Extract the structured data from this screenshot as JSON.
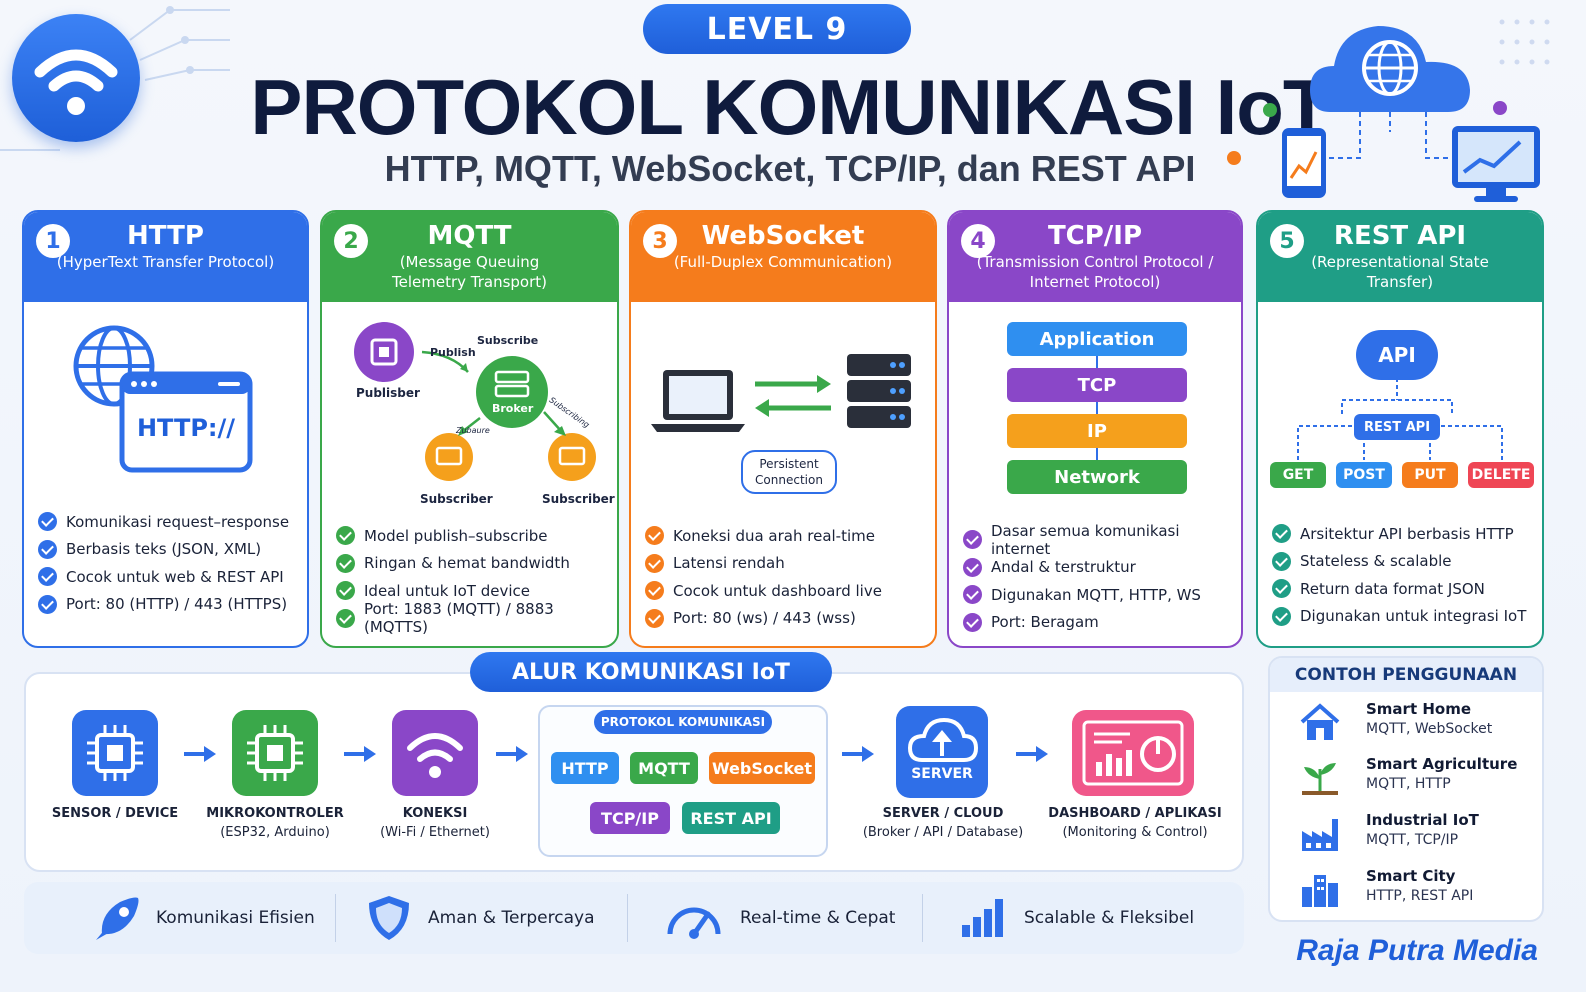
{
  "header": {
    "level": "LEVEL 9",
    "title": "PROTOKOL KOMUNIKASI IoT",
    "subtitle": "HTTP, MQTT, WebSocket, TCP/IP, dan REST API"
  },
  "colors": {
    "blue": "#2f6fe8",
    "green": "#3aa84a",
    "orange": "#f57c1c",
    "purple": "#8a47c8",
    "teal": "#1f9e86"
  },
  "cards": [
    {
      "num": "1",
      "title": "HTTP",
      "desc": "(HyperText Transfer Protocol)",
      "graphic_text": "HTTP://",
      "features": [
        "Komunikasi request–response",
        "Berbasis teks (JSON, XML)",
        "Cocok untuk web & REST API",
        "Port: 80 (HTTP) / 443 (HTTPS)"
      ]
    },
    {
      "num": "2",
      "title": "MQTT",
      "desc": "(Message Queuing Telemetry Transport)",
      "graphic": {
        "publisher": "Publisber",
        "publish": "Publish",
        "subscribe": "Subscribe",
        "broker": "Broker",
        "subscriber1": "Subscriber",
        "subscriber2": "Subscriber",
        "small1": "Zubaure",
        "small2": "Subscribing"
      },
      "features": [
        "Model publish–subscribe",
        "Ringan & hemat bandwidth",
        "Ideal untuk IoT device",
        "Port: 1883 (MQTT) / 8883 (MQTTS)"
      ]
    },
    {
      "num": "3",
      "title": "WebSocket",
      "desc": "(Full-Duplex Communication)",
      "graphic": {
        "persistent": "Persistent",
        "connection": "Connection"
      },
      "features": [
        "Koneksi dua arah real-time",
        "Latensi rendah",
        "Cocok untuk dashboard live",
        "Port: 80 (ws) / 443 (wss)"
      ]
    },
    {
      "num": "4",
      "title": "TCP/IP",
      "desc": "(Transmission Control Protocol / Internet Protocol)",
      "graphic": {
        "layers": [
          "Application",
          "TCP",
          "IP",
          "Network"
        ]
      },
      "features": [
        "Dasar semua komunikasi internet",
        "Andal & terstruktur",
        "Digunakan MQTT, HTTP, WS",
        "Port: Beragam"
      ]
    },
    {
      "num": "5",
      "title": "REST API",
      "desc": "(Representational State Transfer)",
      "graphic": {
        "api": "API",
        "rest": "REST API",
        "methods": [
          "GET",
          "POST",
          "PUT",
          "DELETE"
        ]
      },
      "features": [
        "Arsitektur API berbasis HTTP",
        "Stateless & scalable",
        "Return data format JSON",
        "Digunakan untuk integrasi IoT"
      ]
    }
  ],
  "flow": {
    "title": "ALUR KOMUNIKASI IoT",
    "nodes": [
      {
        "label": "SENSOR / DEVICE",
        "sub": ""
      },
      {
        "label": "MIKROKONTROLER",
        "sub": "(ESP32, Arduino)"
      },
      {
        "label": "KONEKSI",
        "sub": "(Wi-Fi / Ethernet)"
      },
      {
        "label": "SERVER / CLOUD",
        "sub": "(Broker / API / Database)"
      },
      {
        "label": "DASHBOARD / APLIKASI",
        "sub": "(Monitoring & Control)"
      }
    ],
    "server_icon_text": "SERVER",
    "protocol_box": {
      "title": "PROTOKOL KOMUNIKASI",
      "items": [
        "HTTP",
        "MQTT",
        "WebSocket",
        "TCP/IP",
        "REST API"
      ]
    }
  },
  "benefits": [
    "Komunikasi Efisien",
    "Aman & Terpercaya",
    "Real-time & Cepat",
    "Scalable & Fleksibel"
  ],
  "usage": {
    "title": "CONTOH PENGGUNAAN",
    "items": [
      {
        "name": "Smart Home",
        "protocols": "MQTT, WebSocket",
        "icon": "house-icon"
      },
      {
        "name": "Smart Agriculture",
        "protocols": "MQTT, HTTP",
        "icon": "plant-icon"
      },
      {
        "name": "Industrial IoT",
        "protocols": "MQTT, TCP/IP",
        "icon": "factory-icon"
      },
      {
        "name": "Smart City",
        "protocols": "HTTP, REST API",
        "icon": "city-icon"
      }
    ]
  },
  "brand": "Raja Putra Media"
}
